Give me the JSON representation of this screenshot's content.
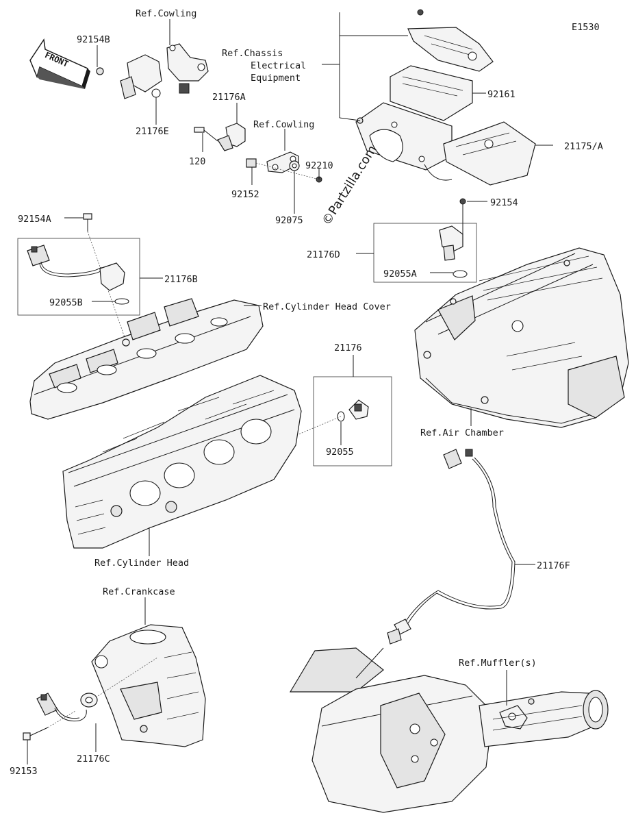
{
  "diagram_code": "E1530",
  "watermark": "©Partzilla.com",
  "front_label": "FRONT",
  "refs": {
    "cowling_top": "Ref.Cowling",
    "cowling_mid": "Ref.Cowling",
    "chassis_line1": "Ref.Chassis",
    "chassis_line2": "Electrical",
    "chassis_line3": "Equipment",
    "cylinder_head_cover": "Ref.Cylinder Head Cover",
    "air_chamber": "Ref.Air Chamber",
    "cylinder_head": "Ref.Cylinder Head",
    "crankcase": "Ref.Crankcase",
    "mufflers": "Ref.Muffler(s)"
  },
  "parts": {
    "p92154B": "92154B",
    "p21176E": "21176E",
    "p21176A": "21176A",
    "p120": "120",
    "p92152": "92152",
    "p92210": "92210",
    "p92075": "92075",
    "p92161": "92161",
    "p21175A": "21175/A",
    "p92154": "92154",
    "p21176D": "21176D",
    "p92055A": "92055A",
    "p92154A": "92154A",
    "p21176B": "21176B",
    "p92055B": "92055B",
    "p21176": "21176",
    "p92055": "92055",
    "p21176F": "21176F",
    "p92153": "92153",
    "p21176C": "21176C"
  }
}
